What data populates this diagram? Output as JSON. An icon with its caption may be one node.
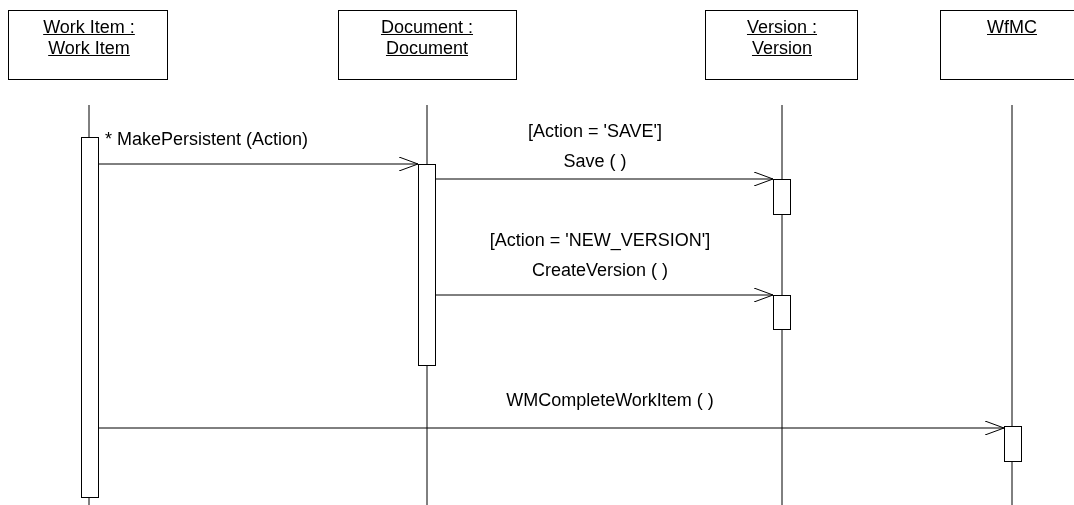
{
  "diagram": {
    "nodes": [
      {
        "text": [
          "Work Item : Work Item"
        ]
      },
      {
        "text": [
          "Document : Document"
        ]
      },
      {
        "text": [
          "Version : Version"
        ]
      },
      {
        "text": [
          "WfMC"
        ]
      },
      {
        "text": [],
        "shape": "bar"
      },
      {
        "text": [],
        "shape": "bar"
      },
      {
        "text": [],
        "shape": "bar"
      },
      {
        "text": [],
        "shape": "bar"
      },
      {
        "text": [],
        "shape": "bar"
      }
    ],
    "edges": [
      {
        "from": 4,
        "to": 5,
        "arrow": "to",
        "label": "*  MakePersistent (Action)"
      },
      {
        "from": 5,
        "to": 6,
        "arrow": "to",
        "label": "[Action = 'SAVE'] Save ( )"
      },
      {
        "from": 5,
        "to": 7,
        "arrow": "to",
        "label": "[Action = 'NEW_VERSION'] CreateVersion ( )"
      },
      {
        "from": 4,
        "to": 8,
        "arrow": "to",
        "label": "WMCompleteWorkItem ( )"
      }
    ]
  }
}
